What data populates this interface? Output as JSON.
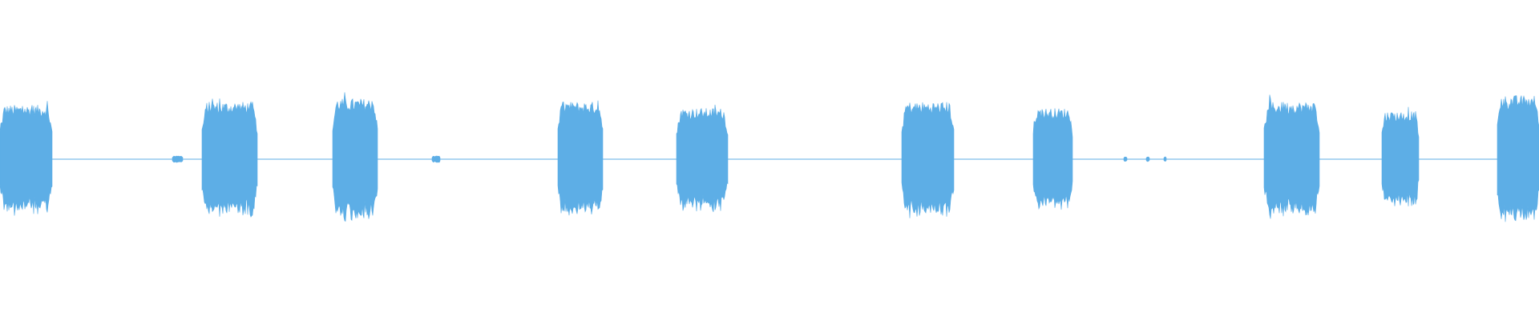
{
  "waveform": {
    "color": "#5daee6",
    "background": "#ffffff",
    "baseline_amplitude": 0.003,
    "duration_seconds": 1920,
    "segments": [
      {
        "start": 0,
        "end": 65,
        "amplitude": 0.34
      },
      {
        "start": 252,
        "end": 321,
        "amplitude": 0.36
      },
      {
        "start": 415,
        "end": 471,
        "amplitude": 0.38
      },
      {
        "start": 696,
        "end": 752,
        "amplitude": 0.36
      },
      {
        "start": 844,
        "end": 908,
        "amplitude": 0.32
      },
      {
        "start": 1125,
        "end": 1190,
        "amplitude": 0.36
      },
      {
        "start": 1289,
        "end": 1338,
        "amplitude": 0.32
      },
      {
        "start": 1577,
        "end": 1646,
        "amplitude": 0.36
      },
      {
        "start": 1724,
        "end": 1770,
        "amplitude": 0.3
      },
      {
        "start": 1868,
        "end": 1920,
        "amplitude": 0.4
      }
    ],
    "tiny_blips": [
      {
        "start": 215,
        "end": 228,
        "amplitude": 0.02
      },
      {
        "start": 539,
        "end": 549,
        "amplitude": 0.02
      },
      {
        "start": 1402,
        "end": 1406,
        "amplitude": 0.015
      },
      {
        "start": 1430,
        "end": 1434,
        "amplitude": 0.015
      },
      {
        "start": 1452,
        "end": 1455,
        "amplitude": 0.015
      }
    ]
  }
}
